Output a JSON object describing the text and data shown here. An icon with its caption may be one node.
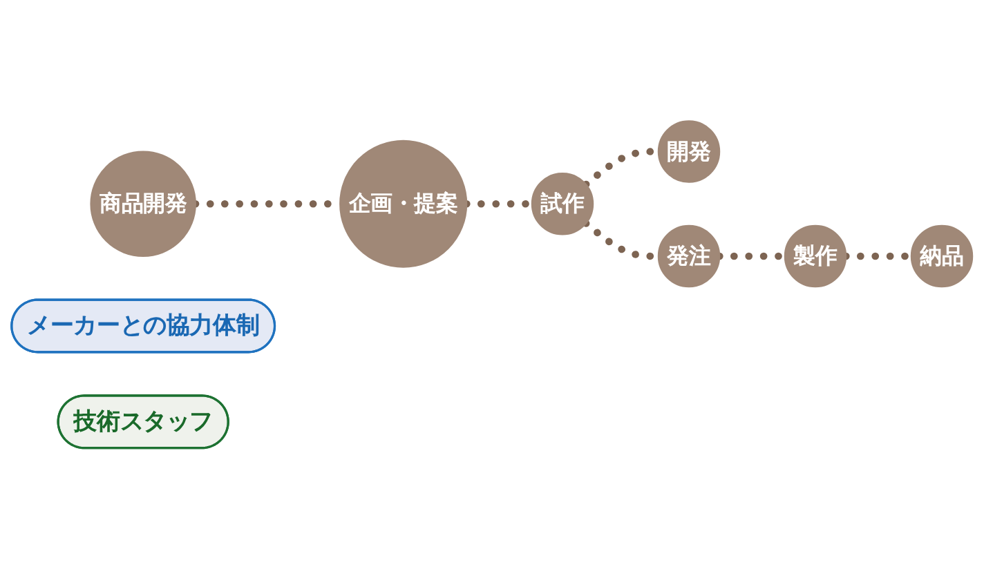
{
  "diagram": {
    "nodes": [
      {
        "text": [
          "商品開発"
        ]
      },
      {
        "text": [
          "企画・提案"
        ]
      },
      {
        "text": [
          "メーカーとの協力体制"
        ]
      },
      {
        "text": [
          "試作"
        ]
      },
      {
        "text": [
          "技術スタッフ"
        ]
      },
      {
        "text": [
          "開発"
        ]
      },
      {
        "text": [
          "発注"
        ]
      },
      {
        "text": [
          "製作"
        ]
      },
      {
        "text": [
          "納品"
        ]
      }
    ],
    "edges": [
      {
        "from": 0,
        "to": 1,
        "arrow": "none",
        "style": "dashed"
      },
      {
        "from": 1,
        "to": 3,
        "arrow": "none",
        "style": "dashed"
      },
      {
        "from": 3,
        "to": 6,
        "arrow": "none",
        "style": "dashed"
      },
      {
        "from": 6,
        "to": 7,
        "arrow": "none",
        "style": "dashed"
      },
      {
        "from": 7,
        "to": 8,
        "arrow": "none",
        "style": "dashed"
      },
      {
        "from": 3,
        "to": 5,
        "arrow": "none",
        "style": "dashed"
      }
    ]
  }
}
